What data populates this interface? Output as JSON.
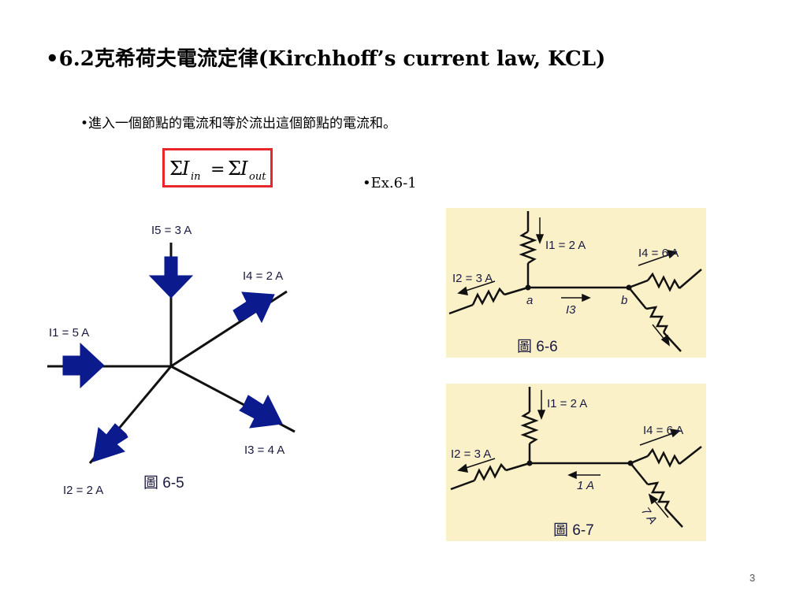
{
  "slide": {
    "title": "•6.2克希荷夫電流定律(Kirchhoff’s current law, KCL)",
    "bullet": "•進入一個節點的電流和等於流出這個節點的電流和。",
    "formula": {
      "sigma": "Σ",
      "var": "I",
      "eq": "=",
      "sub_in": "in",
      "sub_out": "out"
    },
    "example_label": "•Ex.6-1",
    "page_number": "3"
  },
  "fig65": {
    "caption": "圖 6-5",
    "labels": {
      "i5": "I5 = 3 A",
      "i4": "I4 = 2 A",
      "i1": "I1 = 5 A",
      "i3": "I3 = 4 A",
      "i2": "I2 = 2 A"
    }
  },
  "fig66": {
    "caption": "圖 6-6",
    "labels": {
      "i1": "I1 = 2 A",
      "i4": "I4 = 6 A",
      "i2": "I2 = 3 A",
      "i3": "I3",
      "node_a": "a",
      "node_b": "b"
    }
  },
  "fig67": {
    "caption": "圖 6-7",
    "labels": {
      "i1": "I1 = 2 A",
      "i4": "I4 = 6 A",
      "i2": "I2 = 3 A",
      "mid": "1 A",
      "diag": "7 A"
    }
  },
  "colors": {
    "arrow": "#0b1a8c",
    "figure_bg": "#fbf1c9",
    "box": "#e8262b"
  }
}
